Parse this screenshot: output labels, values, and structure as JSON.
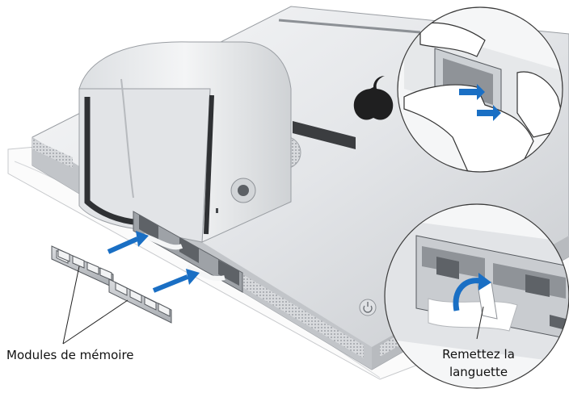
{
  "labels": {
    "memory_modules": "Modules de mémoire",
    "reinsert_tab_line1": "Remettez la",
    "reinsert_tab_line2": "languette"
  },
  "colors": {
    "arrow_blue": "#1a6fc4",
    "aluminum_light": "#eef0f2",
    "aluminum_mid": "#c9ccd0",
    "aluminum_dark": "#8d9196",
    "memory_module": "#c4c7cb",
    "callout_outline": "#3a3a3a"
  }
}
